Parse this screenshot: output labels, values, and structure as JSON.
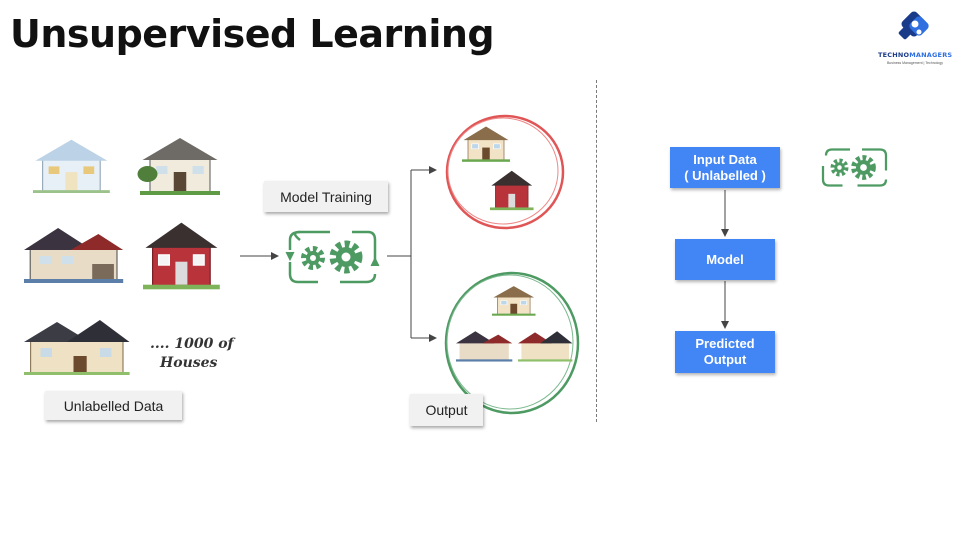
{
  "title": "Unsupervised Learning",
  "logo": {
    "brand_part1": "TECHNO",
    "brand_part2": "MANAGERS",
    "tagline": "Business Management | Technology"
  },
  "labels": {
    "unlabelled_data": "Unlabelled Data",
    "model_training": "Model Training",
    "output": "Output",
    "houses_note_line1": ".... 1000 of",
    "houses_note_line2": "Houses"
  },
  "flowchart": {
    "input": "Input Data\n( Unlabelled )",
    "model": "Model",
    "predicted": "Predicted\nOutput"
  },
  "colors": {
    "accent_blue": "#4285f4",
    "gear_green": "#4e9a63",
    "cluster_red": "#e05555",
    "cluster_green": "#4e9a63"
  },
  "icons": [
    "house-icon",
    "gears-icon",
    "logo-icon"
  ]
}
